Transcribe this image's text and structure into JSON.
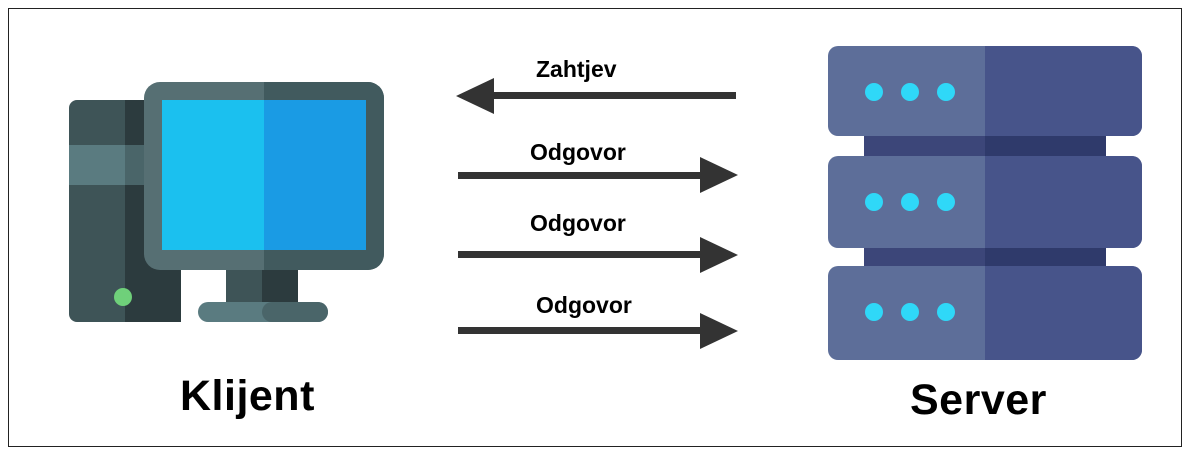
{
  "client": {
    "label": "Klijent",
    "icon": "desktop-computer-icon"
  },
  "server": {
    "label": "Server",
    "icon": "server-rack-icon"
  },
  "arrows": [
    {
      "label": "Zahtjev",
      "direction": "left"
    },
    {
      "label": "Odgovor",
      "direction": "right"
    },
    {
      "label": "Odgovor",
      "direction": "right"
    },
    {
      "label": "Odgovor",
      "direction": "right"
    }
  ],
  "colors": {
    "screen": "#1bc0ef",
    "screen_shade": "#1a9be4",
    "monitor_frame": "#415a5e",
    "tower": "#36494c",
    "power_led": "#6fd07a",
    "server_light": "#5d6e99",
    "server_dark": "#47548a",
    "server_leds": "#2fd8f8",
    "arrow": "#333333"
  }
}
